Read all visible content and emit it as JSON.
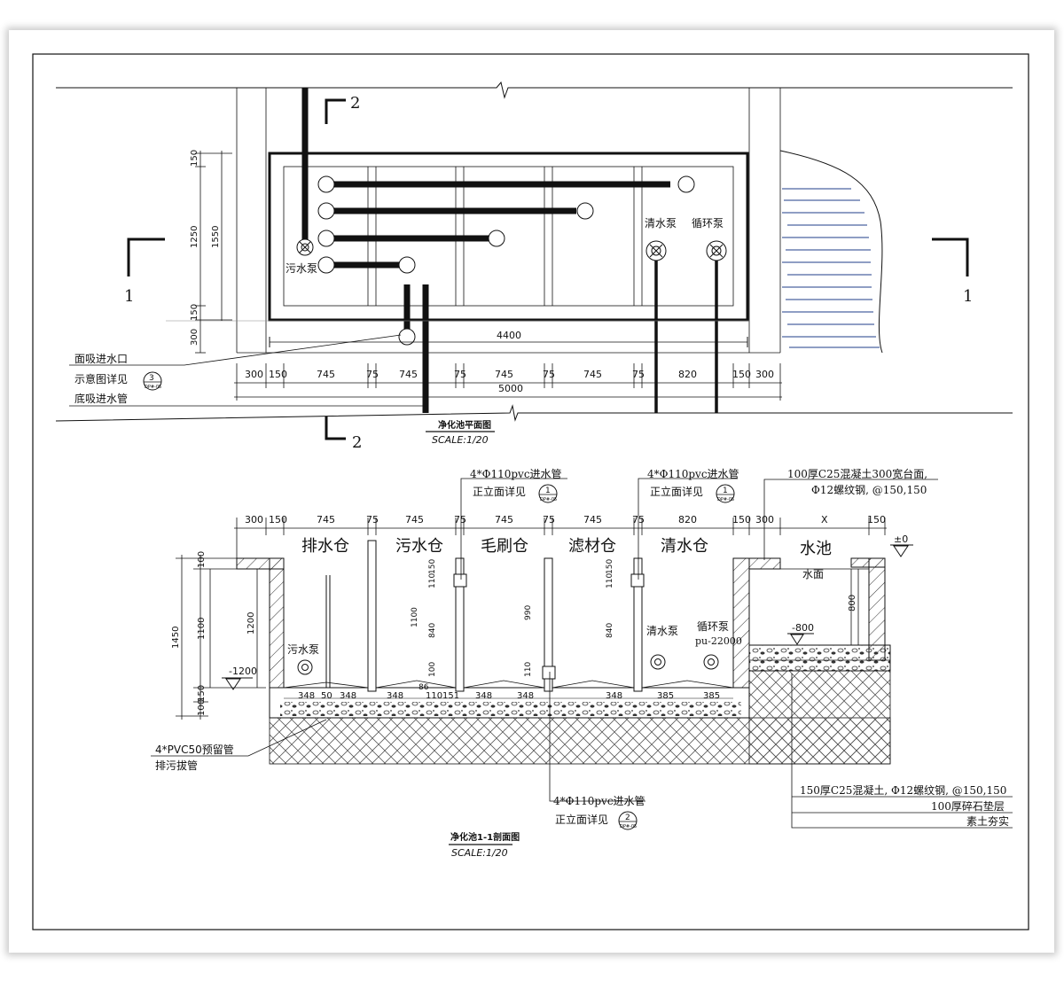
{
  "plan": {
    "section_marks": {
      "left": "1",
      "right": "1",
      "top": "2",
      "bottom": "2"
    },
    "pump_sewage": "污水泵",
    "pump_clean": "清水泵",
    "pump_circ": "循环泵",
    "dims_vertical": [
      "150",
      "1250",
      "150",
      "300"
    ],
    "dim_total_vertical": "1550",
    "dim_inner": "4400",
    "dims_bottom": [
      "300",
      "150",
      "745",
      "75",
      "745",
      "75",
      "745",
      "75",
      "745",
      "75",
      "820",
      "150",
      "300"
    ],
    "dim_total": "5000",
    "callouts": [
      "面吸进水口",
      "示意图详见",
      "底吸进水管"
    ],
    "callout_ref": {
      "num": "3",
      "sheet": "DP#-05"
    },
    "title": "净化池平面图",
    "scale": "SCALE:1/20"
  },
  "section": {
    "dims_top": [
      "300",
      "150",
      "745",
      "75",
      "745",
      "75",
      "745",
      "75",
      "745",
      "75",
      "820",
      "150",
      "300",
      "X",
      "150"
    ],
    "chambers": [
      "排水仓",
      "污水仓",
      "毛刷仓",
      "滤材仓",
      "清水仓",
      "水池"
    ],
    "pipe_label_1": "4*Φ110pvc进水管",
    "pipe_label_2": "4*Φ110pvc进水管",
    "pipe_label_3": "4*Φ110pvc进水管",
    "elev_ref_text": "正立面详见",
    "ref_1": {
      "num": "1",
      "sheet": "DP#-05"
    },
    "ref_2": {
      "num": "2",
      "sheet": "DP#-05"
    },
    "top_note": [
      "100厚C25混凝土300宽台面,",
      "Φ12螺纹钢, @150,150"
    ],
    "level_zero": "±0",
    "water_surface": "水面",
    "level_minus_1200": "-1200",
    "level_minus_800": "-800",
    "dims_left": [
      "100",
      "1100",
      "150",
      "100"
    ],
    "dim_left_total": "1450",
    "dim_1200": "1200",
    "dim_800": "800",
    "pump_sewage": "污水泵",
    "pump_clean": "清水泵",
    "pump_circ": "循环泵",
    "pump_model": "pu-22000",
    "interior_dims": [
      "150",
      "110",
      "1100",
      "840",
      "100",
      "86",
      "990",
      "110",
      "150",
      "110",
      "840"
    ],
    "base_dims": [
      "348",
      "50",
      "348",
      "348",
      "110",
      "151",
      "348",
      "348",
      "348",
      "385",
      "385"
    ],
    "pvc_note": [
      "4*PVC50预留管",
      "排污拔管"
    ],
    "base_notes": [
      "150厚C25混凝土, Φ12螺纹钢, @150,150",
      "100厚碎石垫层",
      "素土夯实"
    ],
    "title": "净化池1-1剖面图",
    "scale": "SCALE:1/20"
  },
  "colors": {
    "line": "#111111",
    "water": "#1f3d8a",
    "sheet": "#ffffff"
  }
}
